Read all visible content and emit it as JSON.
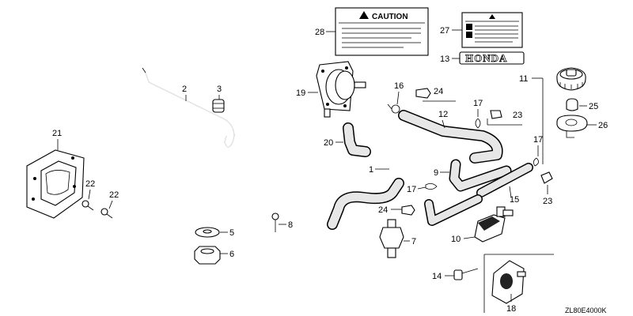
{
  "diagram": {
    "code": "ZL80E4000K",
    "labels": {
      "caution_title": "CAUTION",
      "honda_text": "HONDA"
    },
    "callouts": [
      "1",
      "2",
      "3",
      "5",
      "6",
      "7",
      "8",
      "9",
      "10",
      "11",
      "12",
      "13",
      "14",
      "15",
      "16",
      "17",
      "18",
      "19",
      "20",
      "21",
      "22",
      "23",
      "24",
      "25",
      "26",
      "27",
      "28"
    ]
  }
}
